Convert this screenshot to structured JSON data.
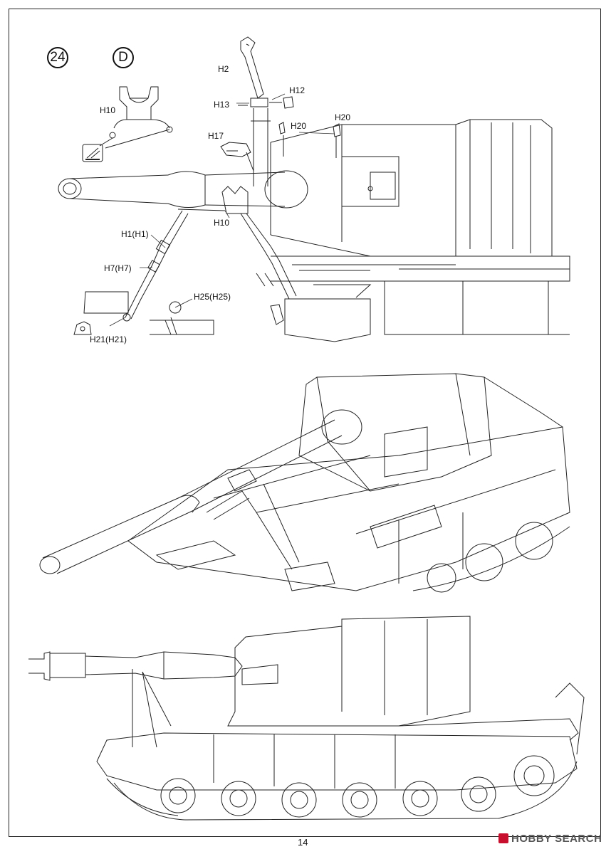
{
  "step": {
    "number": "24",
    "sub_label": "D"
  },
  "parts": {
    "h2": "H2",
    "h12": "H12",
    "h13": "H13",
    "h10_top": "H10",
    "h17": "H17",
    "h20_a": "H20",
    "h20_b": "H20",
    "h10_mid": "H10",
    "h1": "H1(H1)",
    "h7": "H7(H7)",
    "h25": "H25(H25)",
    "h21": "H21(H21)"
  },
  "footer": {
    "page_number": "14",
    "watermark": "HOBBY SEARCH"
  },
  "icons": {
    "glue": "cement-glue-icon"
  }
}
